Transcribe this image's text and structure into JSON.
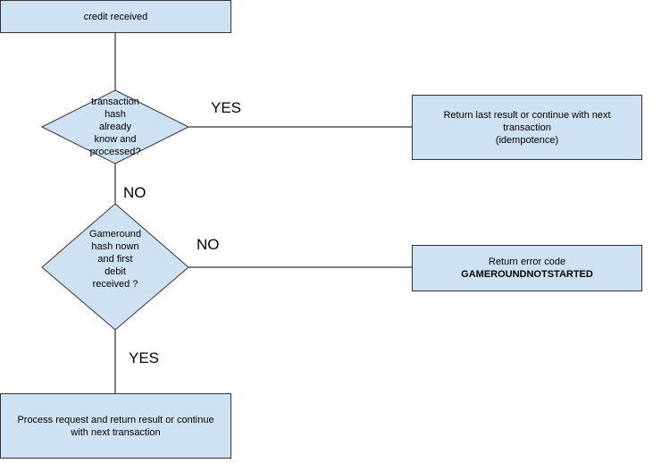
{
  "nodes": {
    "start": "credit received",
    "decision_transaction": "transaction\nhash\nalready\nknow and\nprocessed?",
    "decision_gameround": "Gameround\nhash nown\nand first\ndebit\nreceived ?",
    "result_idempotence": "Return last result  or continue with next\ntransaction\n(idempotence)",
    "result_error_line1": "Return error code",
    "result_error_code": "GAMEROUNDNOTSTARTED",
    "process_request": "Process request and return result or continue\nwith next transaction"
  },
  "edge_labels": {
    "transaction_yes": "YES",
    "transaction_no": "NO",
    "gameround_no": "NO",
    "gameround_yes": "YES"
  },
  "colors": {
    "node_fill": "#cfe2f3",
    "node_stroke": "#333333",
    "line": "#000000"
  }
}
